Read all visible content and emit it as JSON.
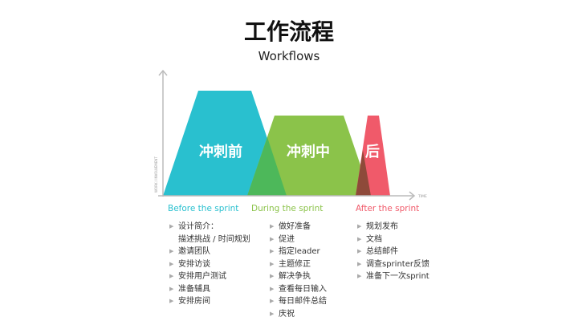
{
  "title": "工作流程",
  "subtitle": "Workflows",
  "axes": {
    "y_label": "WORK / INVOLVEMENT",
    "x_label": "TIME"
  },
  "phases": [
    {
      "short": "冲刺前",
      "label": "Before the sprint",
      "color": "#29C0CF",
      "items": [
        [
          "设计简介：",
          "描述挑战 / 时间规划"
        ],
        [
          "邀请团队"
        ],
        [
          "安排访谈"
        ],
        [
          "安排用户测试"
        ],
        [
          "准备辅具"
        ],
        [
          "安排房间"
        ]
      ]
    },
    {
      "short": "冲刺中",
      "label": "During the sprint",
      "color": "#8BC34A",
      "items": [
        [
          "做好准备"
        ],
        [
          "促进"
        ],
        [
          "指定leader"
        ],
        [
          "主题修正"
        ],
        [
          "解决争执"
        ],
        [
          "查看每日输入"
        ],
        [
          "每日邮件总结"
        ],
        [
          "庆祝"
        ]
      ]
    },
    {
      "short": "后",
      "label": "After the sprint",
      "color": "#F05A6A",
      "items": [
        [
          "规划发布"
        ],
        [
          "文档"
        ],
        [
          "总结邮件"
        ],
        [
          "调查sprinter反馈"
        ],
        [
          "准备下一次sprint"
        ]
      ]
    }
  ]
}
